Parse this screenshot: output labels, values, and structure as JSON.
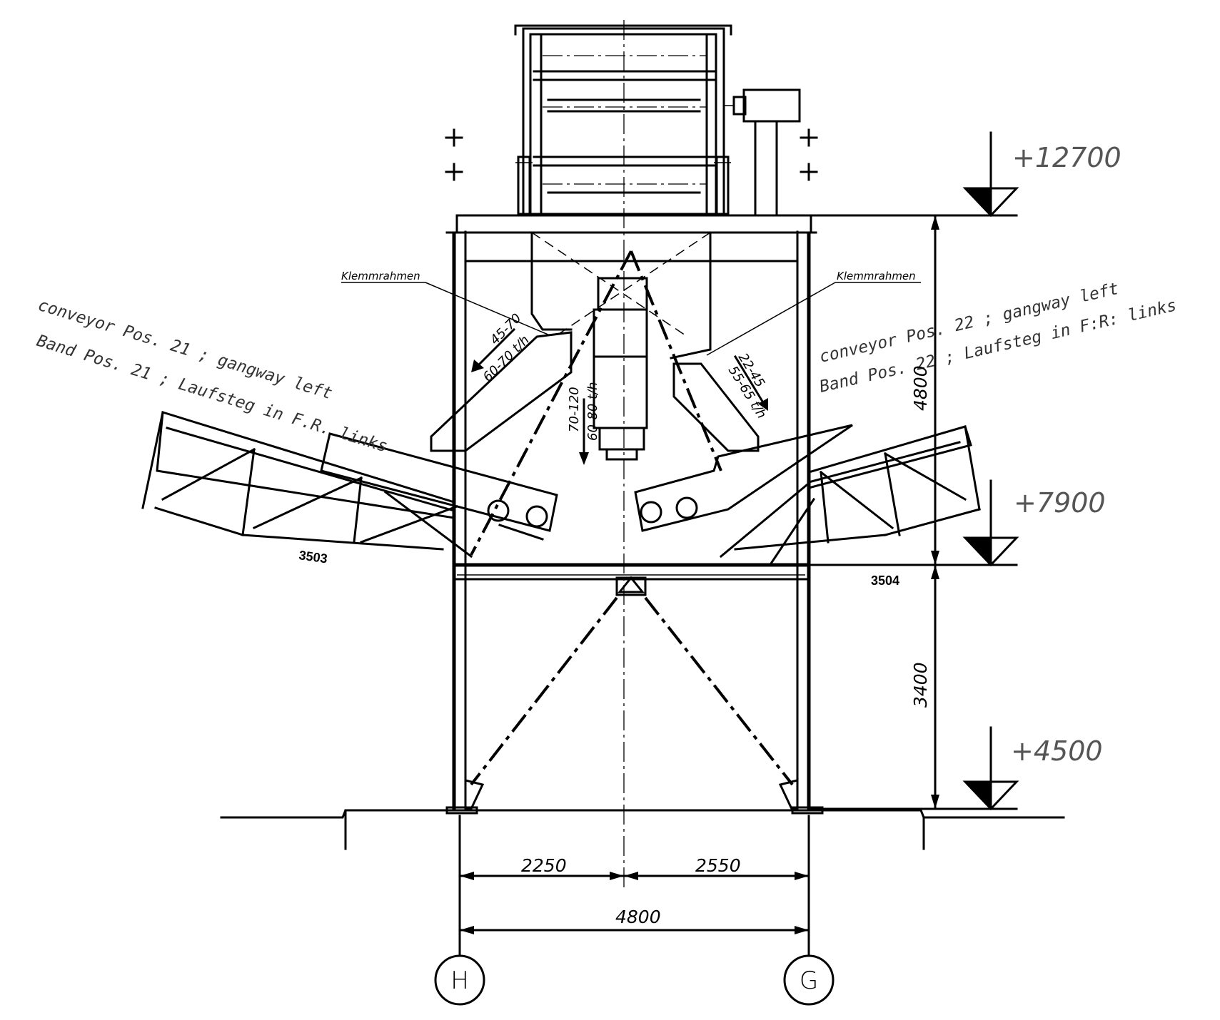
{
  "elevations": [
    "+12700",
    "+7900",
    "+4500"
  ],
  "vertical_dimensions": [
    "4800",
    "3400"
  ],
  "horizontal_dimensions": [
    "2250",
    "2550",
    "4800"
  ],
  "axes": [
    "H",
    "G"
  ],
  "labels": {
    "clamp_frame_left": "Klemmrahmen",
    "clamp_frame_right": "Klemmrahmen",
    "conveyor_left_id": "3503",
    "conveyor_right_id": "3504"
  },
  "notes": {
    "left_line1": "conveyor Pos. 21 ; gangway left",
    "left_line2": "Band Pos. 21 ; Laufsteg in F.R. links",
    "right_line1": "conveyor Pos. 22 ; gangway left",
    "right_line2": "Band Pos. 22 ; Laufsteg in F:R: links"
  },
  "flows": {
    "left_top": "45-70",
    "left_bottom": "60-70 t/h",
    "center_top": "70-120",
    "center_bottom": "60-80 t/h",
    "right_top": "22-45",
    "right_bottom": "55-65 t/h"
  }
}
